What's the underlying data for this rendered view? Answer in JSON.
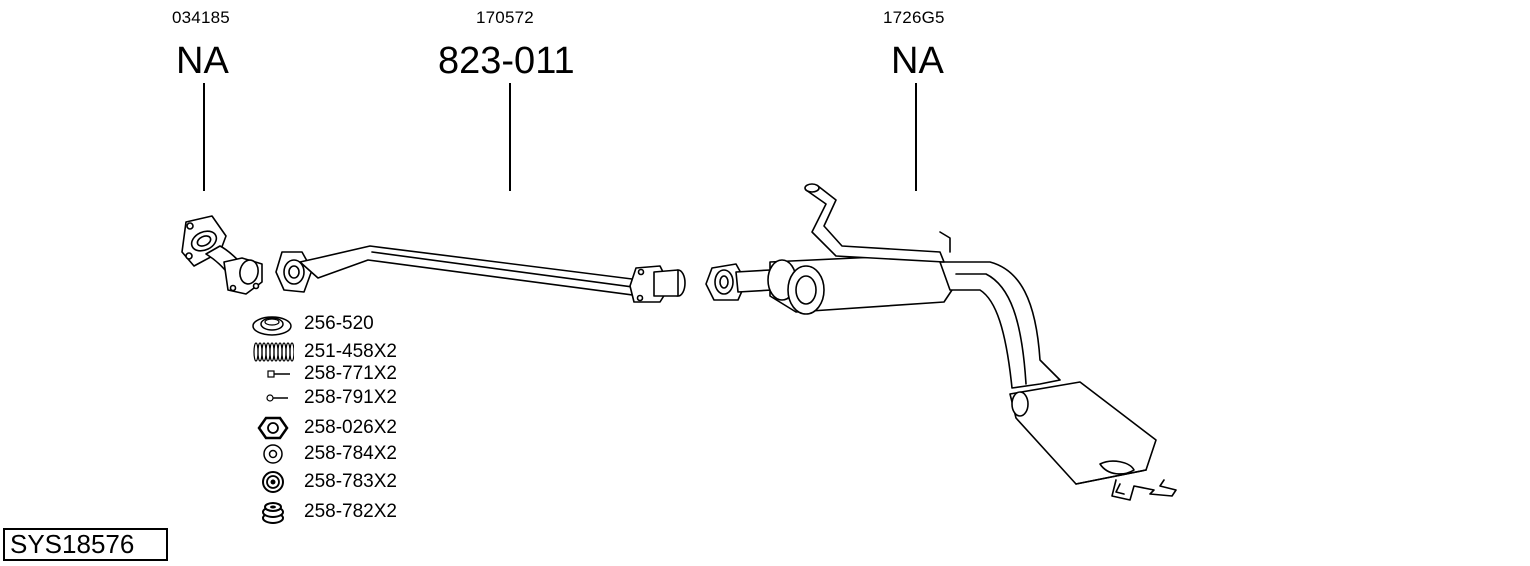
{
  "parts": [
    {
      "ref": "034185",
      "code": "NA"
    },
    {
      "ref": "170572",
      "code": "823-011"
    },
    {
      "ref": "1726G5",
      "code": "NA"
    }
  ],
  "hardware": [
    {
      "code": "256-520",
      "icon": "gasket-ring-icon"
    },
    {
      "code": "251-458X2",
      "icon": "spring-icon"
    },
    {
      "code": "258-771X2",
      "icon": "bolt-icon"
    },
    {
      "code": "258-791X2",
      "icon": "bolt-icon"
    },
    {
      "code": "258-026X2",
      "icon": "hex-nut-icon"
    },
    {
      "code": "258-784X2",
      "icon": "washer-icon"
    },
    {
      "code": "258-783X2",
      "icon": "rubber-mount-icon"
    },
    {
      "code": "258-782X2",
      "icon": "rubber-bush-icon"
    }
  ],
  "system_id": "SYS18576"
}
